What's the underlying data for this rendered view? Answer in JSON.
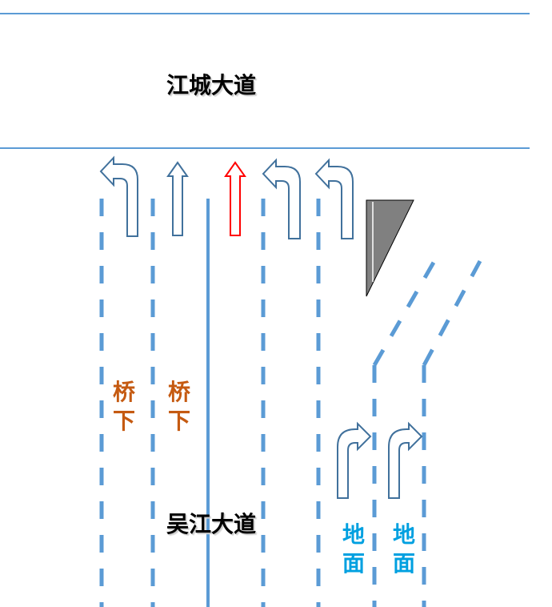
{
  "roads": {
    "cross_road": "江城大道",
    "main_road": "吴江大道"
  },
  "lane_labels": [
    {
      "lines": [
        "桥",
        "下"
      ],
      "color": "#c55a11"
    },
    {
      "lines": [
        "桥",
        "下"
      ],
      "color": "#c55a11"
    },
    {
      "lines": [
        "地",
        "面"
      ],
      "color": "#00a0e0"
    },
    {
      "lines": [
        "地",
        "面"
      ],
      "color": "#00a0e0"
    }
  ],
  "colors": {
    "lane_line": "#5b9bd5",
    "arrow_outline": "#41719c",
    "arrow_highlight": "#ff0000",
    "median_fill": "#808080",
    "road_edge": "#5b9bd5"
  },
  "lane_arrows": [
    {
      "type": "left-turn-arrow"
    },
    {
      "type": "straight-arrow"
    },
    {
      "type": "straight-arrow",
      "highlight": true
    },
    {
      "type": "left-turn-arrow"
    },
    {
      "type": "left-turn-arrow"
    },
    {
      "type": "right-turn-arrow"
    },
    {
      "type": "right-turn-arrow"
    }
  ]
}
